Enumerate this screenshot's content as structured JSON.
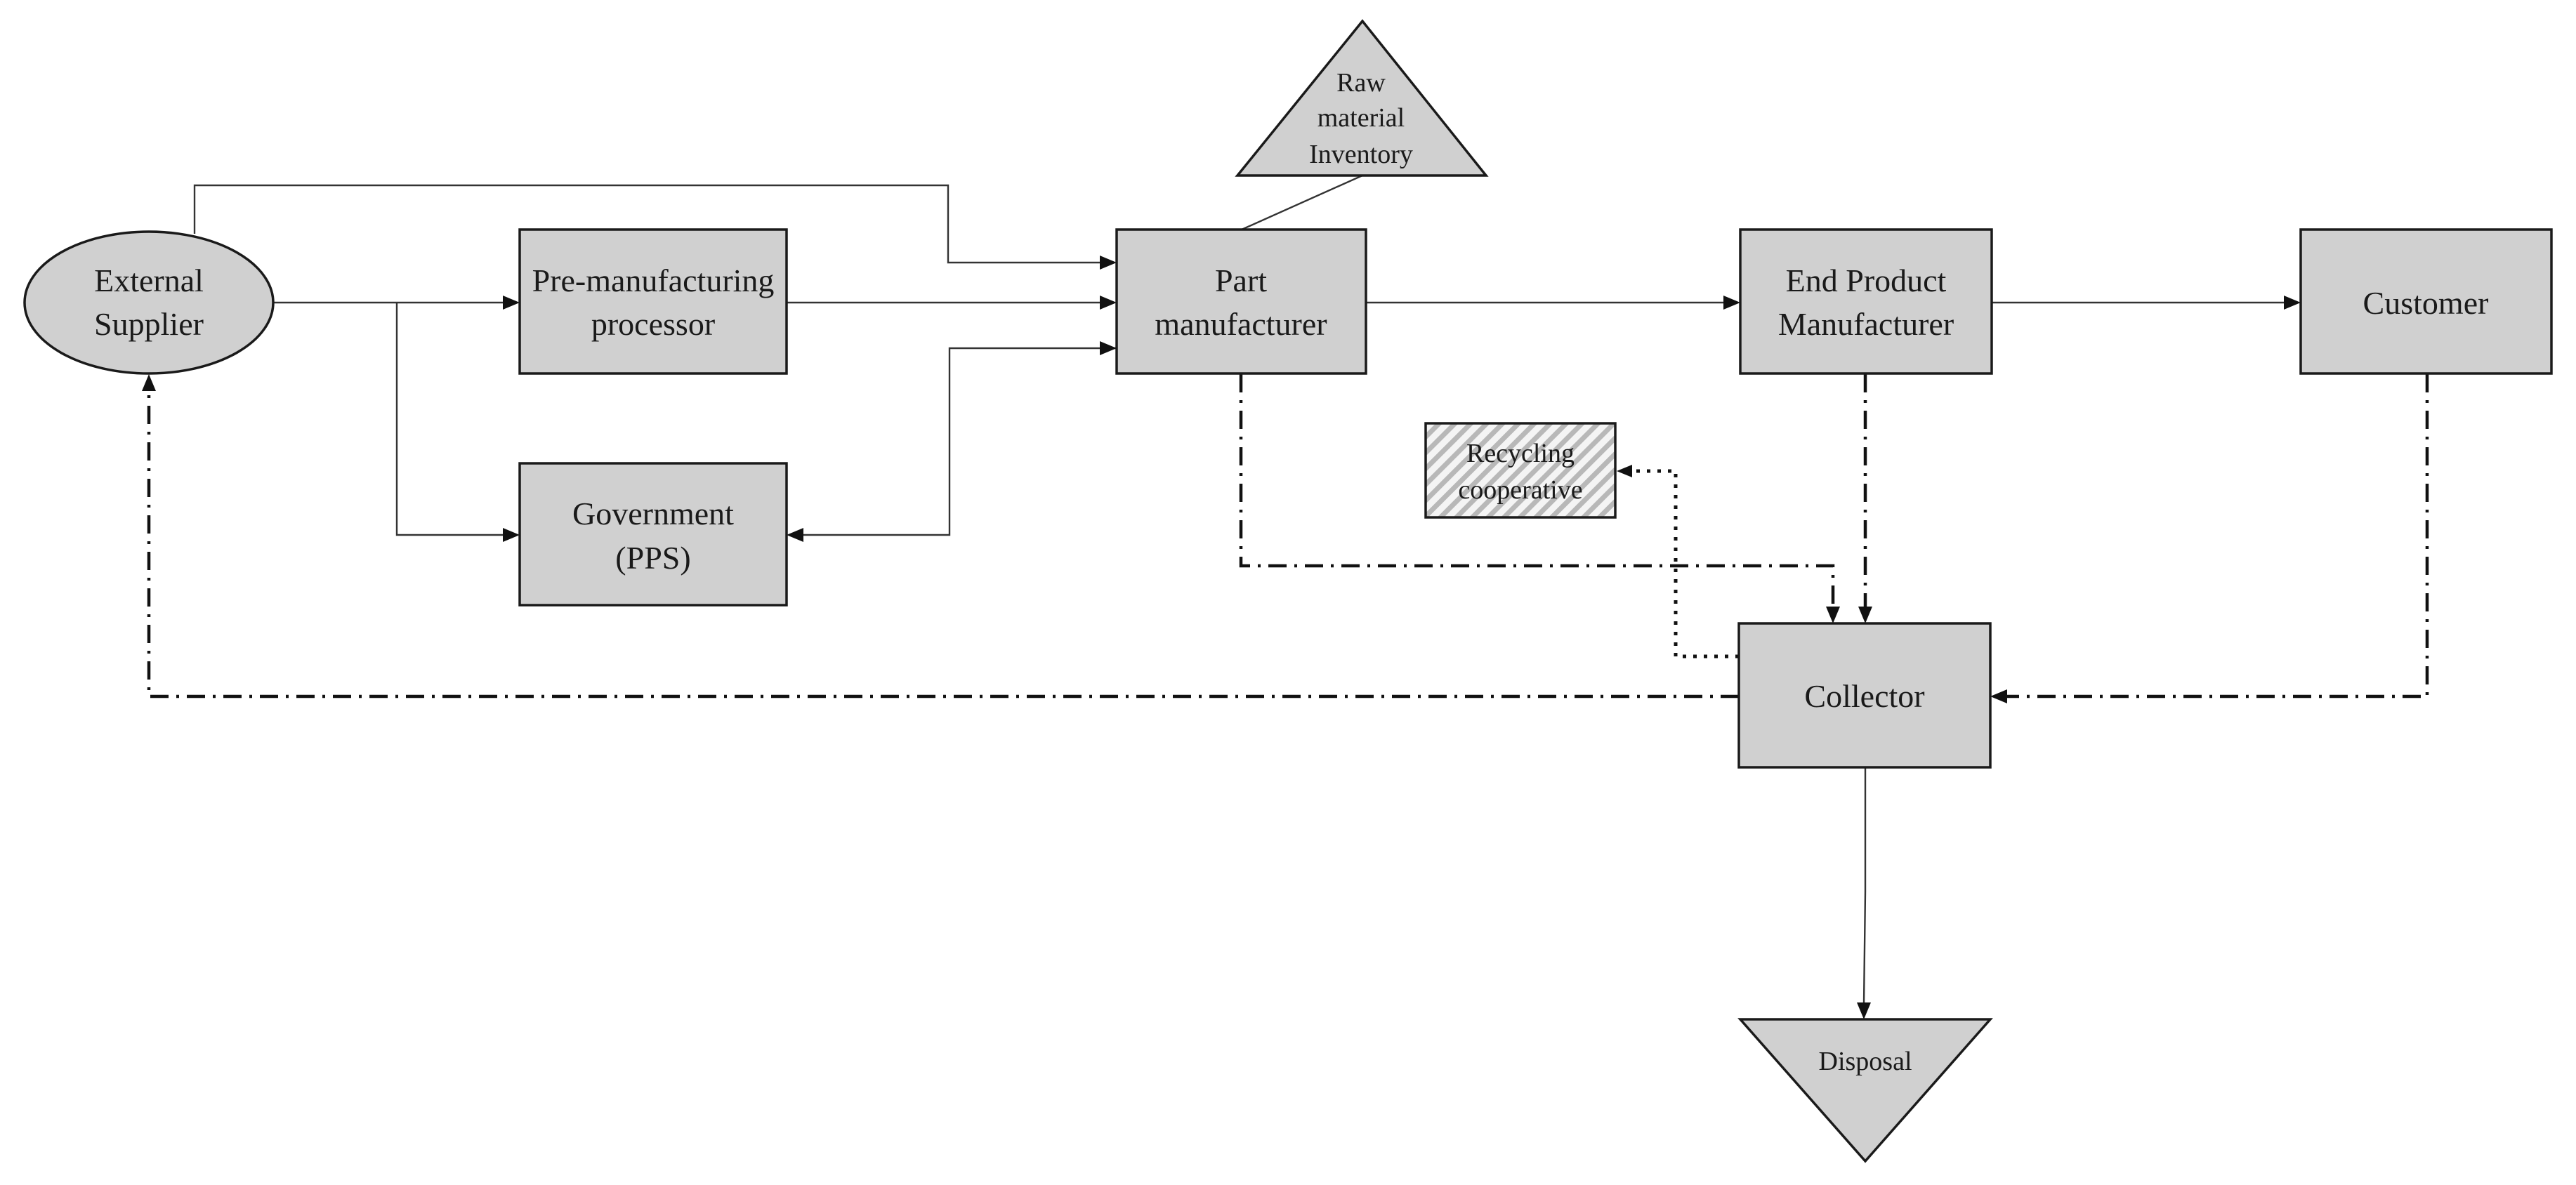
{
  "nodes": {
    "external_supplier": [
      "External",
      "Supplier"
    ],
    "pre_manufacturing": [
      "Pre-manufacturing",
      "processor"
    ],
    "government": [
      "Government",
      "(PPS)"
    ],
    "raw_material": [
      "Raw",
      "material",
      "Inventory"
    ],
    "part_manufacturer": [
      "Part",
      "manufacturer"
    ],
    "end_product": [
      "End Product",
      "Manufacturer"
    ],
    "customer": [
      "Customer"
    ],
    "recycling": [
      "Recycling",
      "cooperative"
    ],
    "collector": [
      "Collector"
    ],
    "disposal": [
      "Disposal"
    ]
  },
  "colors": {
    "node_fill": "#d0d0d0",
    "stroke": "#1a1a1a",
    "hatch": "#b8b8b8"
  }
}
